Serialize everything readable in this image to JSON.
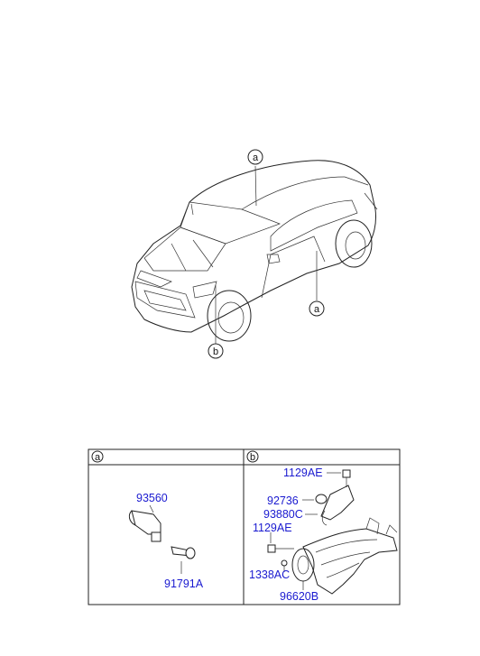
{
  "car": {
    "callouts": [
      "a",
      "a",
      "b"
    ]
  },
  "table": {
    "sections": [
      {
        "id": "a",
        "parts": [
          "93560",
          "91791A"
        ]
      },
      {
        "id": "b",
        "parts": [
          "1129AE",
          "92736",
          "93880C",
          "1129AE",
          "1338AC",
          "96620B"
        ]
      }
    ]
  },
  "colors": {
    "part_label": "#1a1ad0",
    "line": "#222222"
  }
}
